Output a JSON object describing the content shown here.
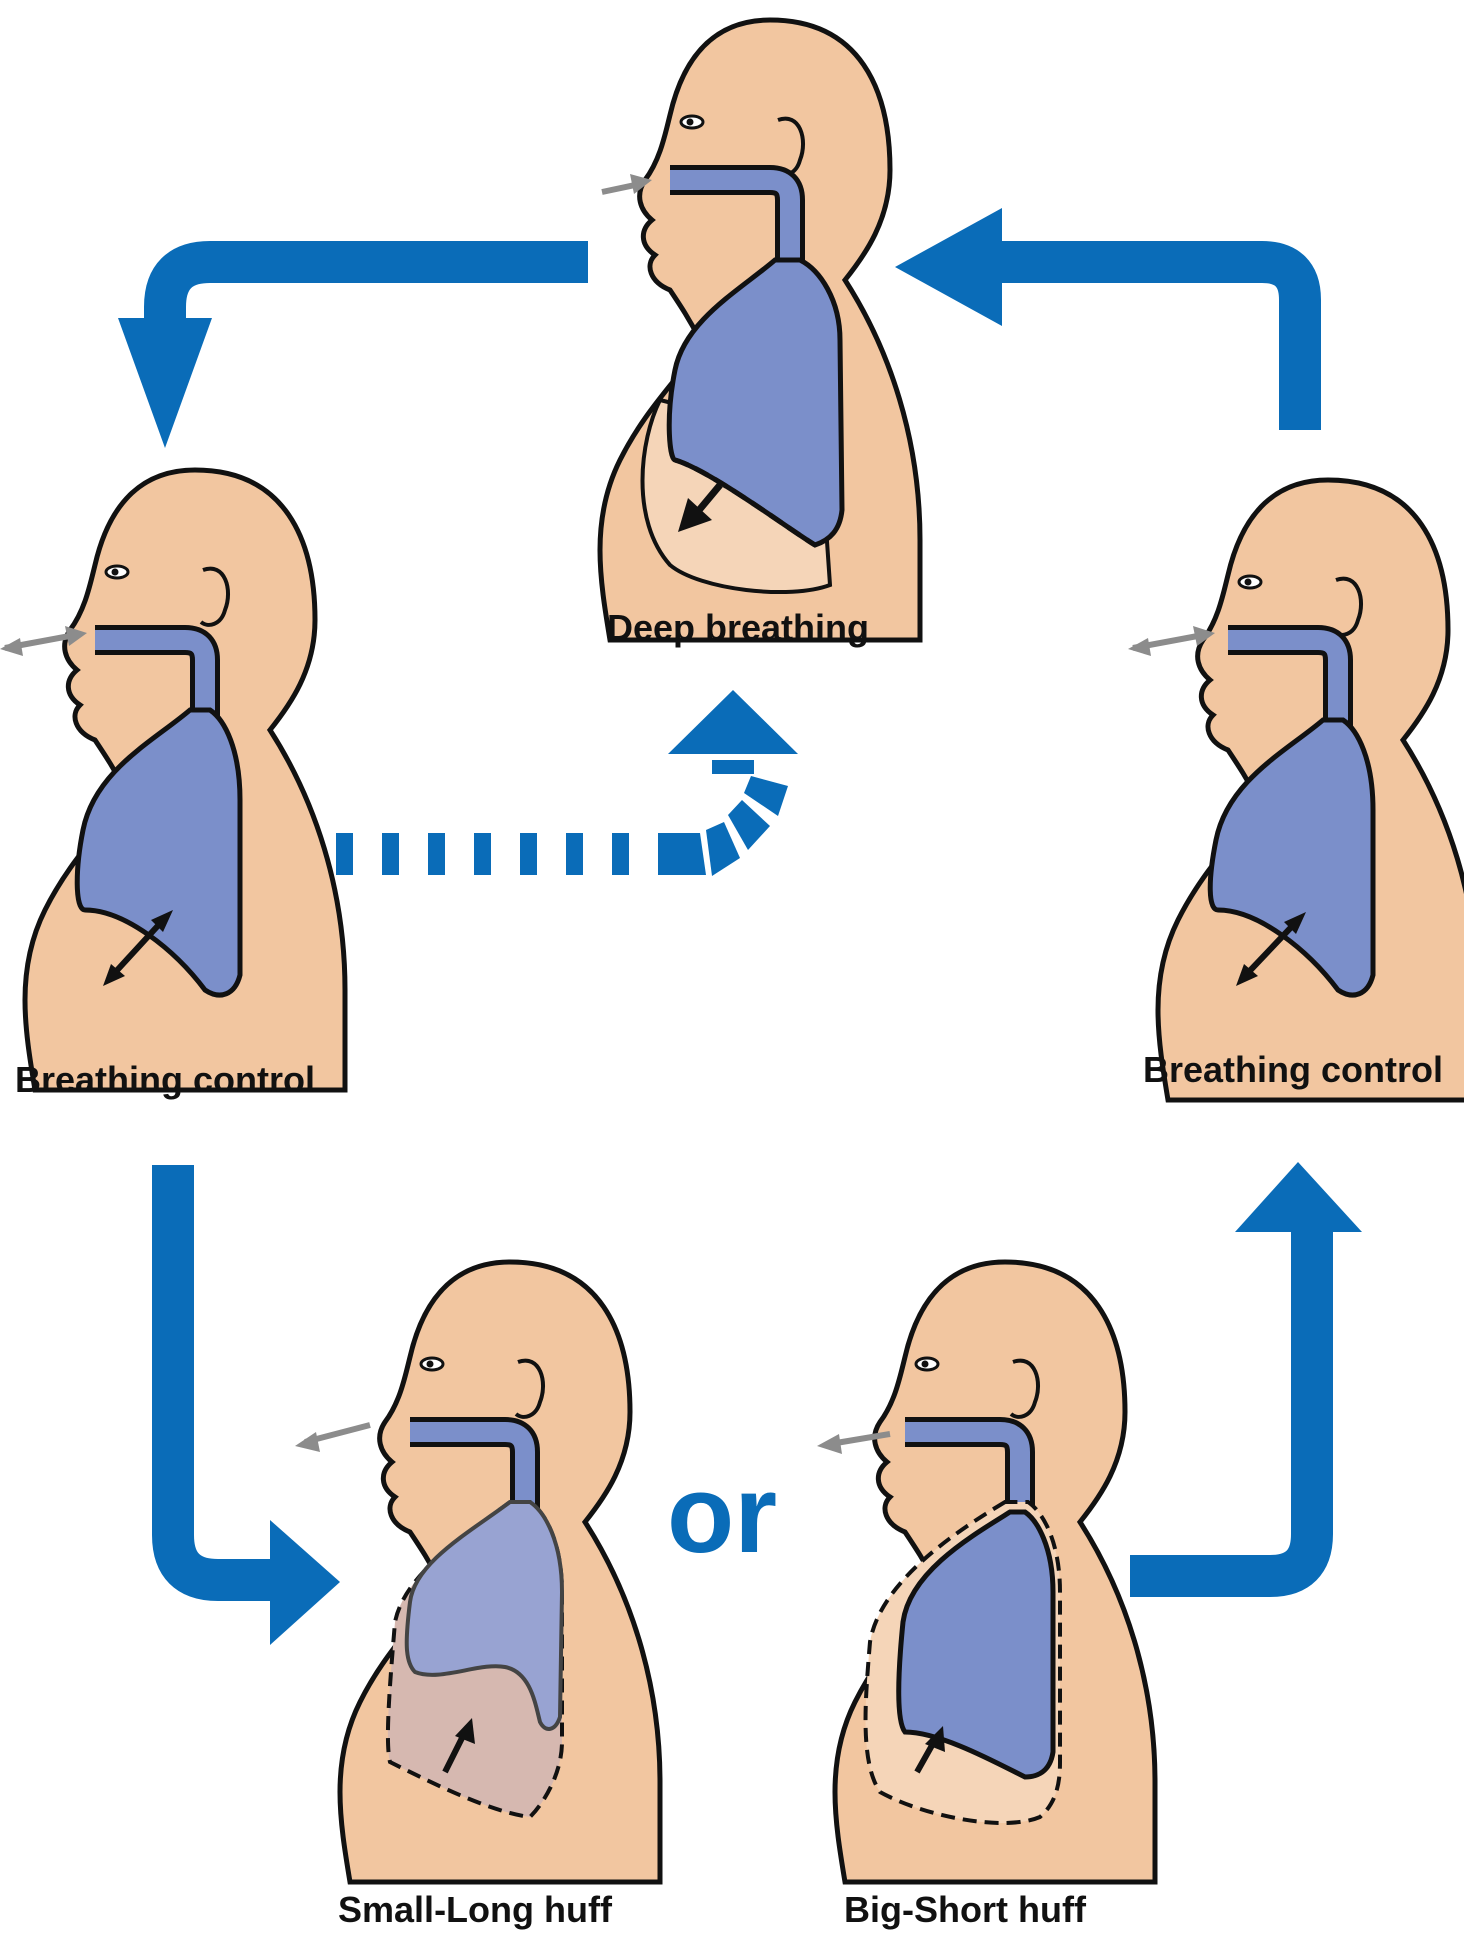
{
  "colors": {
    "arrow": "#0a6cb8",
    "skin": "#f2c6a0",
    "lung": "#7b8fca",
    "lung_light": "#98a3d2",
    "outline": "#111111",
    "air": "#8c8c8c"
  },
  "figures": [
    {
      "id": "deep",
      "label": "Deep breathing"
    },
    {
      "id": "control_left",
      "label": "Breathing control"
    },
    {
      "id": "control_right",
      "label": "Breathing control"
    },
    {
      "id": "small_long",
      "label": "Small-Long huff"
    },
    {
      "id": "big_short",
      "label": "Big-Short huff"
    }
  ],
  "connector": "or"
}
